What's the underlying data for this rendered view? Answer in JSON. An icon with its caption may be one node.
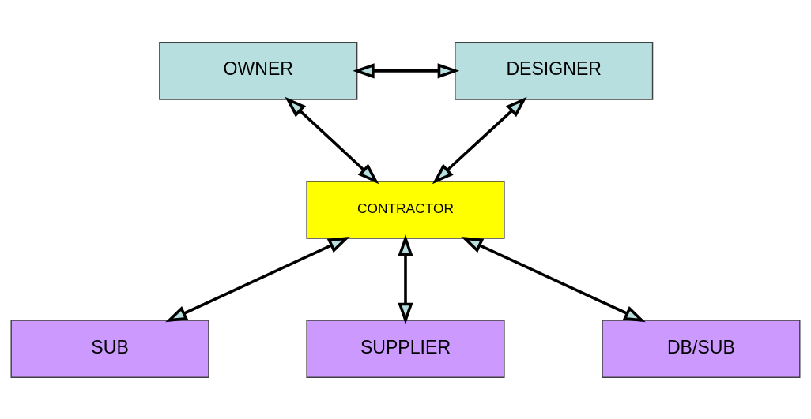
{
  "diagram": {
    "nodes": [
      {
        "text": [
          "OWNER"
        ]
      },
      {
        "text": [
          "DESIGNER"
        ]
      },
      {
        "text": [
          "CONTRACTOR"
        ]
      },
      {
        "text": [
          "SUB"
        ]
      },
      {
        "text": [
          "SUPPLIER"
        ]
      },
      {
        "text": [
          "DB/SUB"
        ]
      }
    ],
    "edges": [
      {
        "from": 0,
        "to": 1,
        "arrow": "both"
      },
      {
        "from": 0,
        "to": 2,
        "arrow": "both"
      },
      {
        "from": 1,
        "to": 2,
        "arrow": "both"
      },
      {
        "from": 2,
        "to": 3,
        "arrow": "both"
      },
      {
        "from": 2,
        "to": 4,
        "arrow": "both"
      },
      {
        "from": 2,
        "to": 5,
        "arrow": "both"
      }
    ]
  }
}
